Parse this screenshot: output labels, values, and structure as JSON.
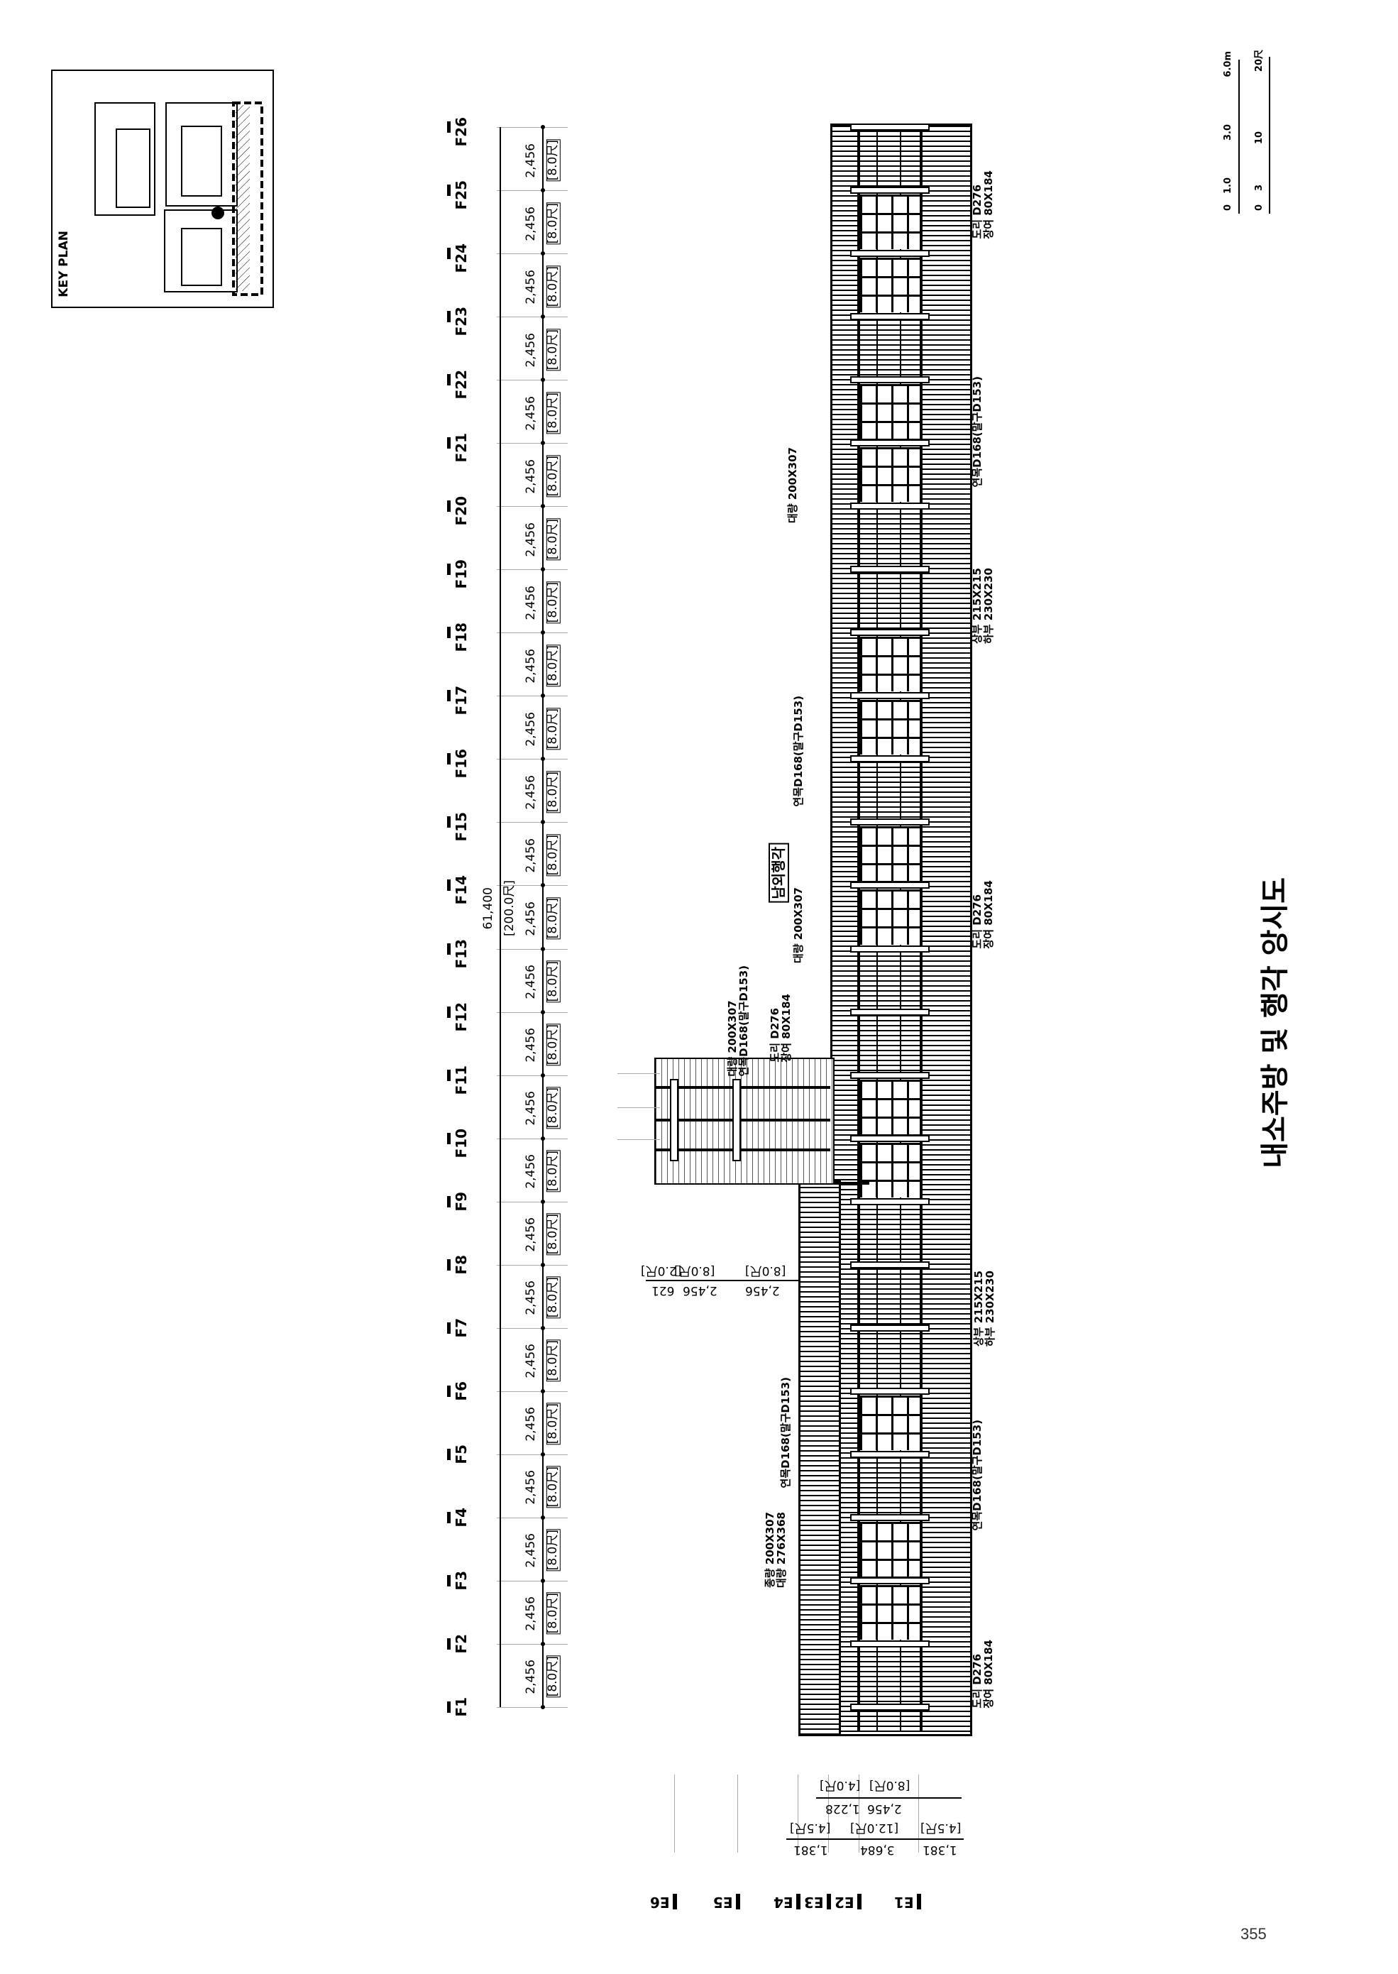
{
  "key_plan": {
    "label": "KEY PLAN"
  },
  "scale_bar": {
    "metric": [
      "0",
      "1.0",
      "3.0",
      "6.0m"
    ],
    "traditional": [
      "0",
      "3",
      "10",
      "20尺"
    ]
  },
  "title": "내소주방 및 행각 앙시도",
  "page_number": "355",
  "grid_f": [
    "F1",
    "F2",
    "F3",
    "F4",
    "F5",
    "F6",
    "F7",
    "F8",
    "F9",
    "F10",
    "F11",
    "F12",
    "F13",
    "F14",
    "F15",
    "F16",
    "F17",
    "F18",
    "F19",
    "F20",
    "F21",
    "F22",
    "F23",
    "F24",
    "F25",
    "F26"
  ],
  "overall_dimension": {
    "mm": "61,400",
    "r": "[200.0尺]"
  },
  "bay_dimension": {
    "mm": "2,456",
    "r": "[8.0尺]"
  },
  "grid_e": [
    "E1",
    "E2",
    "E3",
    "E4",
    "E5",
    "E6"
  ],
  "e_dimensions": {
    "row1": [
      {
        "mm": "1,381",
        "r": "[4.5尺]"
      },
      {
        "mm": "3,684",
        "r": "[12.0尺]"
      },
      {
        "mm": "1,381",
        "r": "[4.5尺]"
      }
    ],
    "row2": [
      {
        "mm": "2,456",
        "r": "[8.0尺]"
      },
      {
        "mm": "1,228",
        "r": "[4.0尺]"
      }
    ]
  },
  "annex_dimensions": [
    {
      "mm": "2,456",
      "r": "[8.0尺]"
    },
    {
      "mm": "2,456",
      "r": "[8.0尺]"
    },
    {
      "mm": "621",
      "r": "[2.0尺]"
    }
  ],
  "building_name": "남외행각",
  "annotations": {
    "dori_top": [
      "도리 D276",
      "장여 80X184"
    ],
    "yeonmok_upper_right": [
      "연목D168(말구D153)"
    ],
    "daeryang_upper": [
      "대량 200X307"
    ],
    "column_upper": [
      "상부 215X215",
      "하부 230X230"
    ],
    "yeonmok_upper_left": [
      "연목D168(말구D153)"
    ],
    "dori_mid": [
      "도리 D276",
      "장여 80X184"
    ],
    "daeryang_mid": [
      "대량 200X307"
    ],
    "annex": [
      "대량 200X307",
      "연목D168(말구D153)"
    ],
    "annex_dori": [
      "도리 D276",
      "장여 80X184"
    ],
    "column_lower": [
      "상부 215X215",
      "하부 230X230"
    ],
    "yeonmok_lower_left": [
      "연목D168(말구D153)"
    ],
    "yeonmok_lower_right": [
      "연목D168(말구D153)"
    ],
    "jongryang": [
      "종량 200X307",
      "대량 276X368"
    ],
    "dori_bottom": [
      "도리 D276",
      "장여 80X184"
    ]
  }
}
